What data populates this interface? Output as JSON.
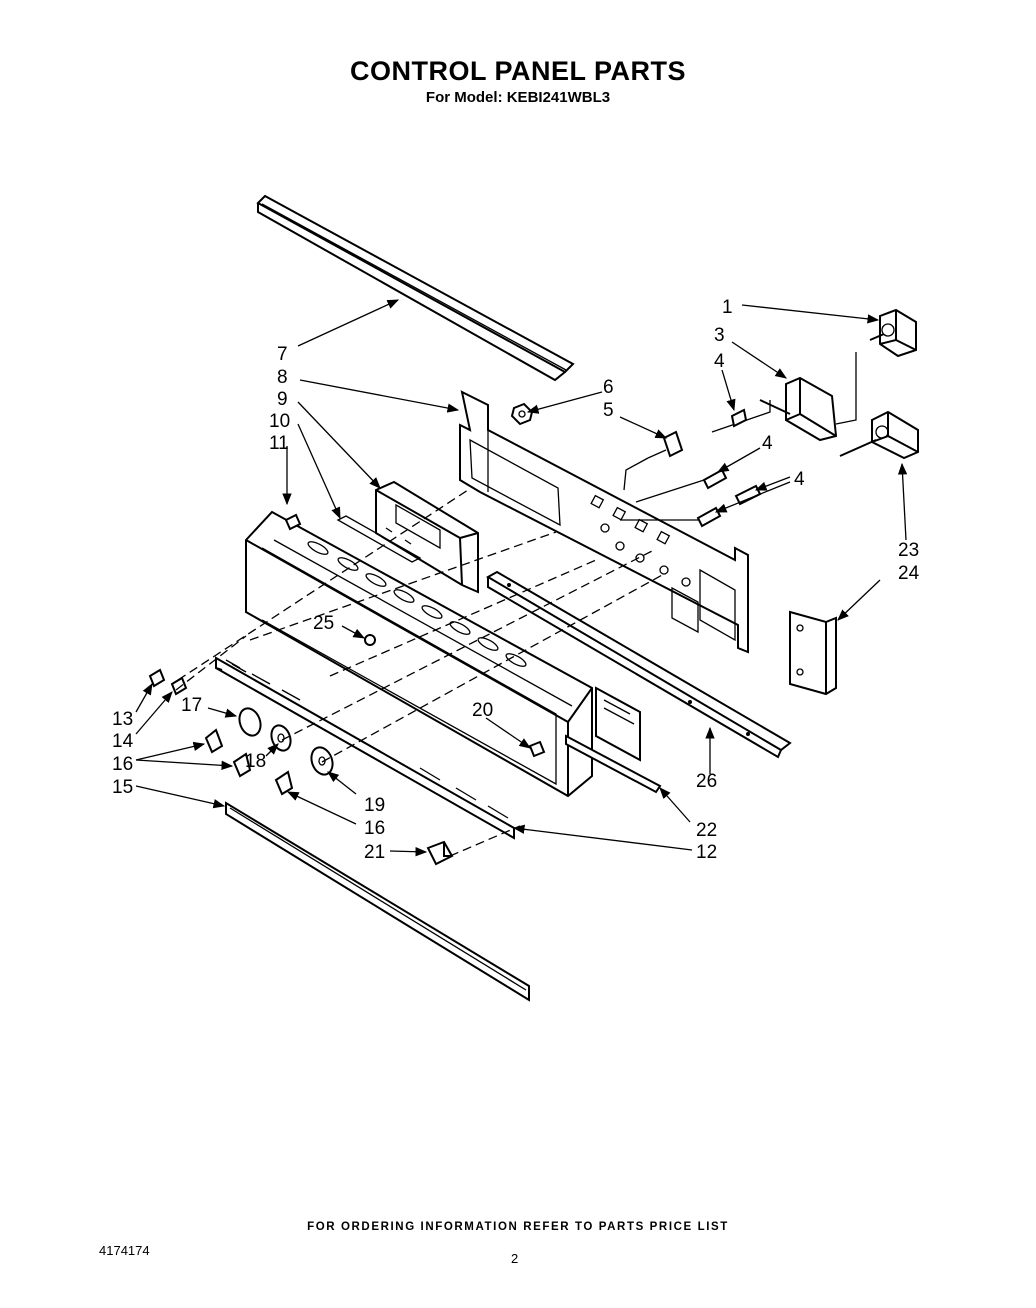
{
  "title": "CONTROL PANEL PARTS",
  "subtitle": "For Model: KEBI241WBL3",
  "footer_note": "FOR ORDERING INFORMATION REFER TO PARTS PRICE LIST",
  "doc_number": "4174174",
  "page_number": "2",
  "callouts": {
    "c1": "1",
    "c3": "3",
    "c4a": "4",
    "c4b": "4",
    "c4c": "4",
    "c5": "5",
    "c6": "6",
    "c7": "7",
    "c8": "8",
    "c9": "9",
    "c10": "10",
    "c11": "11",
    "c12": "12",
    "c13": "13",
    "c14": "14",
    "c15": "15",
    "c16a": "16",
    "c16b": "16",
    "c17": "17",
    "c18": "18",
    "c19": "19",
    "c20": "20",
    "c21": "21",
    "c22": "22",
    "c23": "23",
    "c24": "24",
    "c25": "25",
    "c26": "26"
  }
}
